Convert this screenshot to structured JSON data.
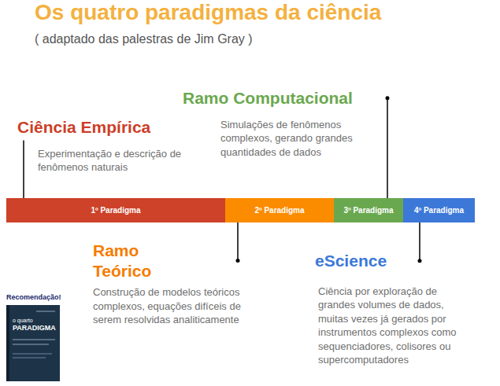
{
  "diagram": {
    "title": "Os quatro paradigmas da ciência",
    "caption": "( adaptado das palestras de Jim Gray )",
    "nodes": [
      {
        "text": [
          "Ciência Empírica",
          "Experimentação e descrição de fenômenos naturais"
        ]
      },
      {
        "text": [
          "Ramo Computacional",
          "Simulações de fenômenos complexos, gerando grandes quantidades de dados"
        ]
      },
      {
        "text": [
          "1º Paradigma"
        ]
      },
      {
        "text": [
          "2º Paradigma"
        ]
      },
      {
        "text": [
          "3º Paradigma"
        ]
      },
      {
        "text": [
          "4º Paradigma"
        ]
      },
      {
        "text": [
          "Ramo Teórico",
          "Construção de modelos teóricos complexos, equações difíceis de serem resolvidas analiticamente"
        ]
      },
      {
        "text": [
          "eScience",
          "Ciência por exploração de grandes volumes de dados, muitas vezes já gerados por instrumentos complexos como sequenciadores, colisores ou supercomputadores"
        ]
      }
    ],
    "edges": [
      {
        "from": 0,
        "to": 2,
        "arrow": "none"
      },
      {
        "from": 1,
        "to": 4,
        "arrow": "none"
      },
      {
        "from": 6,
        "to": 3,
        "arrow": "none"
      },
      {
        "from": 7,
        "to": 5,
        "arrow": "none"
      }
    ],
    "labels": [
      "Recomendação!",
      "o quarto",
      "PARADIGMA"
    ]
  }
}
